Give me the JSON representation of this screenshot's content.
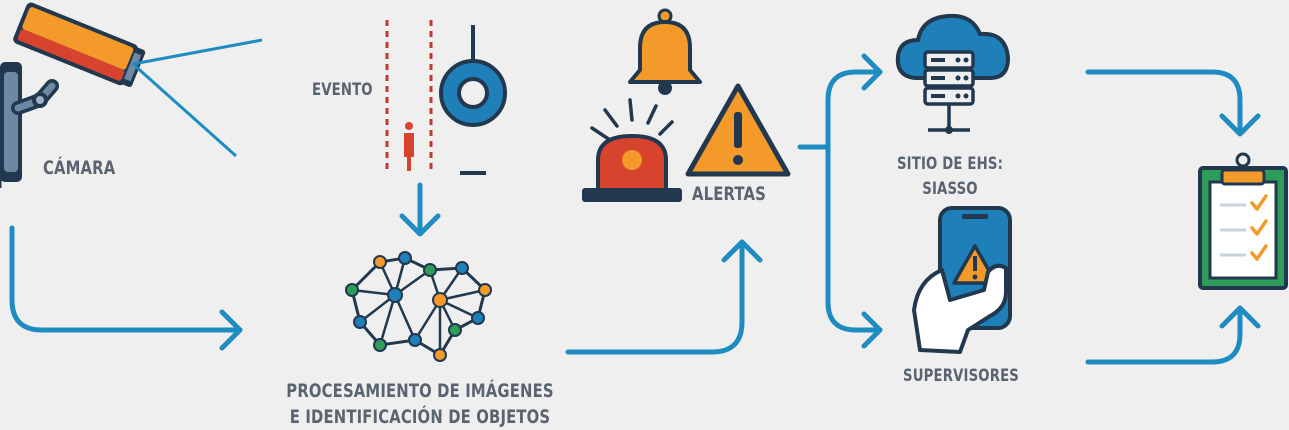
{
  "labels": {
    "camera": "CÁMARA",
    "event": "EVENTO",
    "alerts": "ALERTAS",
    "ehs_site_line1": "SITIO DE EHS:",
    "ehs_site_line2": "SIASSO",
    "supervisors": "SUPERVISORES",
    "processing_line1": "PROCESAMIENTO DE IMÁGENES",
    "processing_line2": "E IDENTIFICACIÓN DE OBJETOS"
  },
  "icons": {
    "camera": "security-camera-icon",
    "event": "object-detection-icon",
    "processing": "neural-network-icon",
    "bell": "bell-icon",
    "siren": "siren-icon",
    "warning": "warning-icon",
    "server": "cloud-server-icon",
    "phone": "phone-alert-icon",
    "report": "clipboard-checklist-icon"
  },
  "colors": {
    "background": "#efefef",
    "arrow": "#1f8cc1",
    "text": "#5a6470",
    "dark": "#21384e",
    "orange": "#f39a2b",
    "red": "#d8432e",
    "blue": "#1f7fb8",
    "green": "#2e9d5a"
  }
}
